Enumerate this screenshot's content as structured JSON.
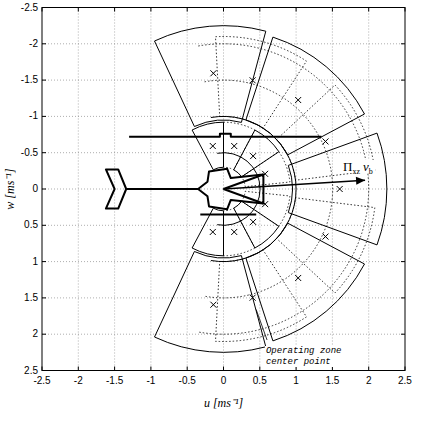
{
  "diagram": {
    "labels": [
      "-2.5",
      "-2",
      "-1.5",
      "-1",
      "-0.5",
      "0",
      "0.5",
      "1",
      "1.5",
      "2",
      "2.5",
      "-2.5",
      "-2",
      "-1.5",
      "-1",
      "-0.5",
      "0",
      "0.5",
      "1",
      "1.5",
      "2",
      "2.5",
      "u [ms⁻¹]",
      "w [ms⁻¹]",
      "Π",
      "xz",
      "v",
      "b",
      "Operating zone center point"
    ]
  }
}
